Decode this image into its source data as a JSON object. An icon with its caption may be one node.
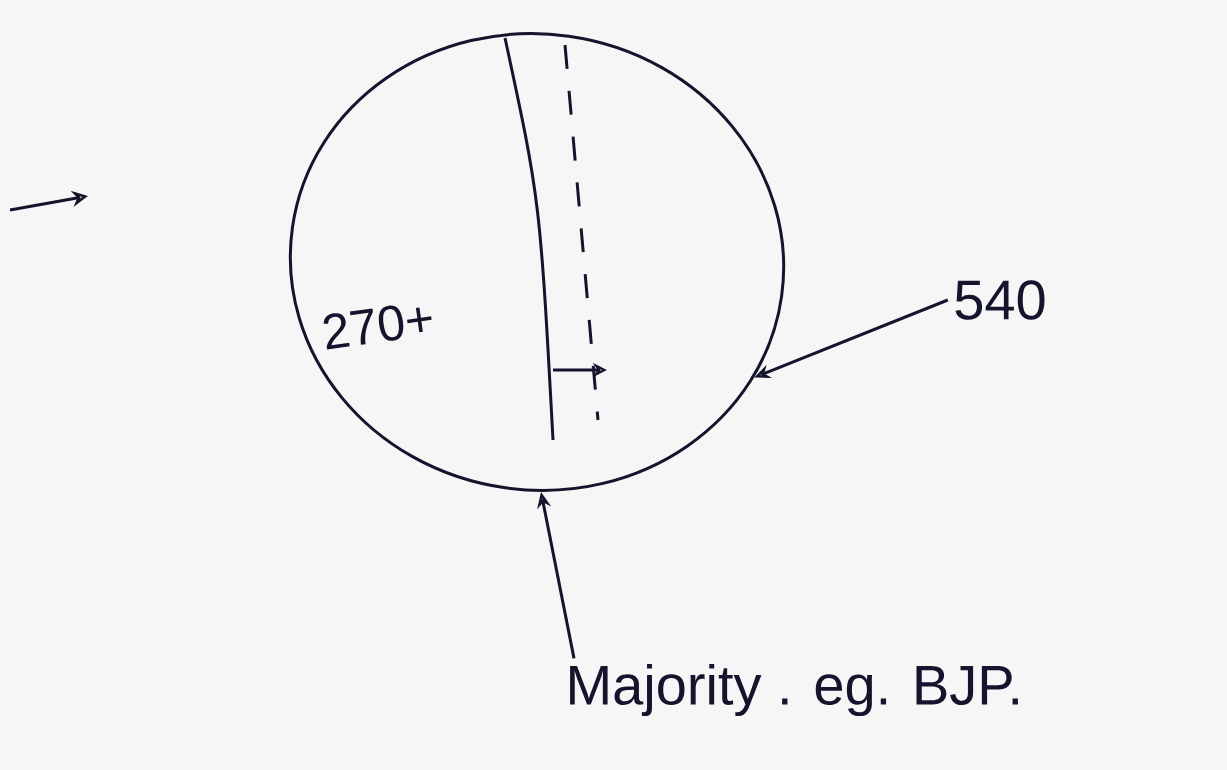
{
  "diagram": {
    "nodes": [
      {
        "text": [
          "270+"
        ]
      },
      {
        "text": [
          "540"
        ]
      },
      {
        "text": [
          "Majority . eg. BJP."
        ]
      }
    ],
    "edges": [
      {
        "from": 1,
        "to": 0,
        "arrow": "to"
      },
      {
        "from": 2,
        "to": 0,
        "arrow": "to"
      }
    ]
  }
}
